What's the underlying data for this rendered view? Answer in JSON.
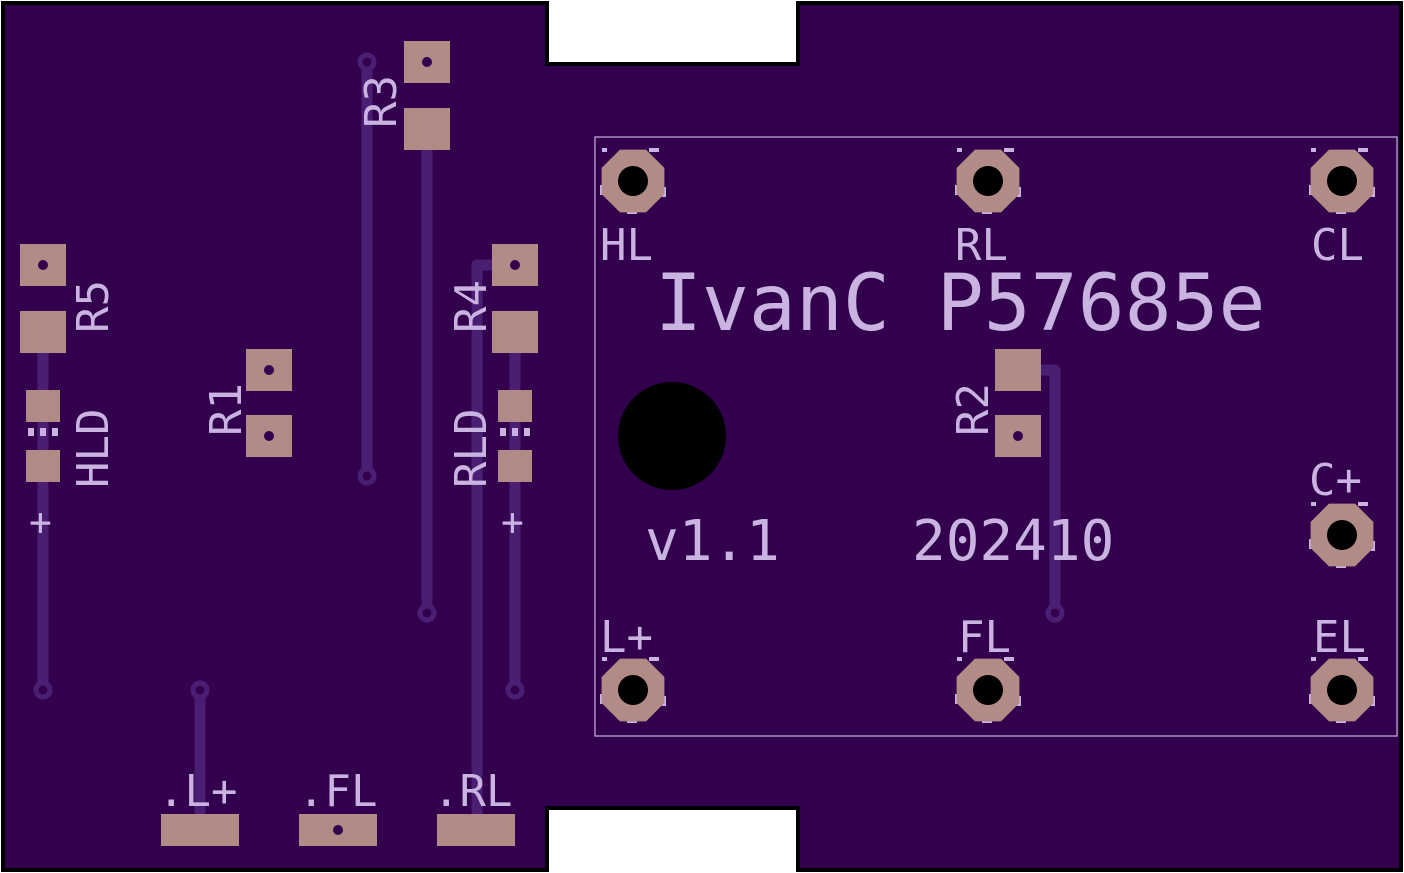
{
  "board": {
    "title": "IvanC P57685e",
    "version": "v1.1",
    "date": "202410",
    "colors": {
      "substrate": "#33004d",
      "outline": "#000000",
      "pad": "#b38b86",
      "silkscreen": "#c9b3e0",
      "trace": "#4a1f73",
      "hole": "#000000"
    }
  },
  "components": {
    "r1": "R1",
    "r2": "R2",
    "r3": "R3",
    "r4": "R4",
    "r5": "R5",
    "hld": "HLD",
    "rld": "RLD",
    "hld_plus": "+",
    "rld_plus": "+"
  },
  "connector_labels": {
    "hl": "HL",
    "rl": "RL",
    "cl": "CL",
    "c_plus": "C+",
    "l_plus": "L+",
    "fl": "FL",
    "el": "EL"
  },
  "edge_pads": {
    "l_plus": ".L+",
    "fl": ".FL",
    "rl": ".RL"
  }
}
